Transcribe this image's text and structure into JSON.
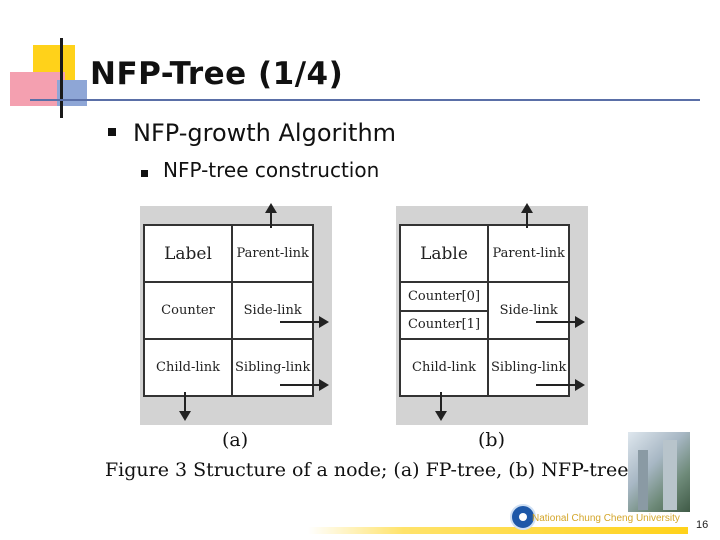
{
  "slide": {
    "title": "NFP-Tree (1/4)",
    "bullet": "NFP-growth Algorithm",
    "subbullet": "NFP-tree construction",
    "page_number": "16"
  },
  "figure": {
    "a": {
      "label": "Label",
      "parent_link": "Parent-link",
      "counter": "Counter",
      "side_link": "Side-link",
      "child_link": "Child-link",
      "sibling_link": "Sibling-link",
      "sublabel": "(a)"
    },
    "b": {
      "label": "Lable",
      "parent_link": "Parent-link",
      "counter0": "Counter[0]",
      "counter1": "Counter[1]",
      "side_link": "Side-link",
      "child_link": "Child-link",
      "sibling_link": "Sibling-link",
      "sublabel": "(b)"
    },
    "caption": "Figure 3 Structure of a node; (a) FP-tree, (b) NFP-tree"
  },
  "footer": {
    "university": "National Chung Cheng University"
  }
}
